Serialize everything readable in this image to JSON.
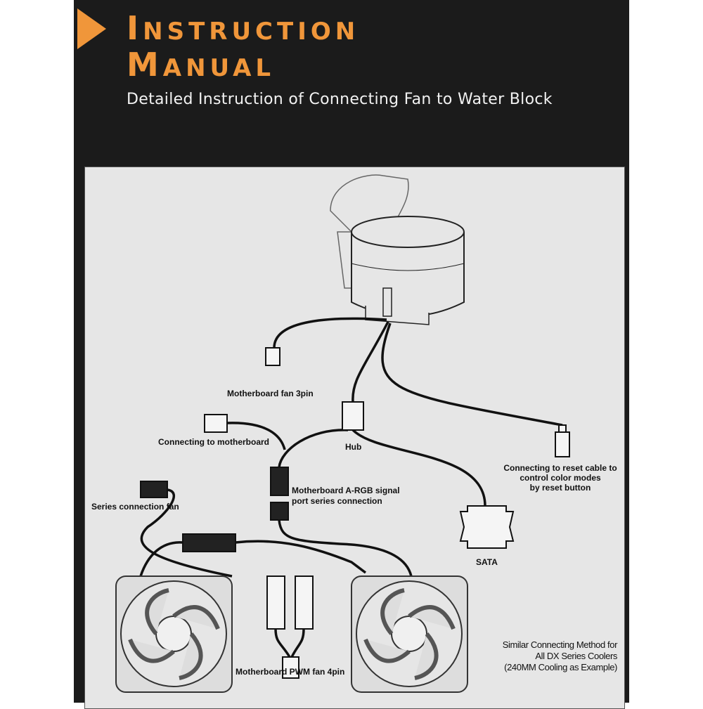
{
  "header": {
    "title_line1": "Instruction",
    "title_line2": "Manual",
    "subtitle": "Detailed Instruction of Connecting Fan to Water Block"
  },
  "labels": {
    "fan_3pin": "Motherboard fan 3pin",
    "hub": "Hub",
    "connect_motherboard": "Connecting to motherboard",
    "reset_line1": "Connecting to reset cable to",
    "reset_line2": "control color modes",
    "reset_line3": "by reset button",
    "argb_line1": "Motherboard A-RGB signal",
    "argb_line2": "port series connection",
    "series_fan": "Series connection fan",
    "sata": "SATA",
    "pwm": "Motherboard PWM fan 4pin"
  },
  "note": {
    "line1": "Similar Connecting Method for",
    "line2": "All DX Series Coolers",
    "line3": "(240MM Cooling as Example)"
  },
  "colors": {
    "accent": "#f0963a",
    "dark_bg": "#1b1b1b",
    "panel_bg": "#e6e6e6"
  }
}
